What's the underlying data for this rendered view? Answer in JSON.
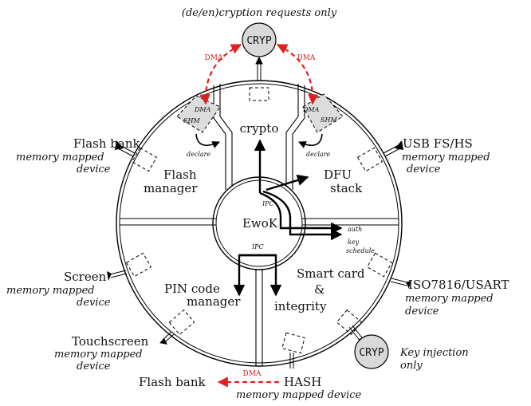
{
  "top_note": "(de/en)cryption requests only",
  "cryp_top": "CRYP",
  "cryp_bottom": "CRYP",
  "dma": "DMA",
  "shm": "SHM",
  "declare": "declare",
  "ipc": "IPC",
  "auth": "auth",
  "key": "key",
  "schedule": "schedule",
  "segments": {
    "crypto": "crypto",
    "flash_manager": [
      "Flash",
      "manager"
    ],
    "dfu_stack": [
      "DFU",
      "stack"
    ],
    "ewok": "EwoK",
    "pin_manager": [
      "PIN code",
      "manager"
    ],
    "smartcard": [
      "Smart card",
      "&",
      "integrity"
    ]
  },
  "devices": {
    "flash_bank_left": {
      "name": "Flash bank",
      "type": "memory mapped",
      "type2": "device"
    },
    "usb": {
      "name": "USB FS/HS",
      "type": "memory mapped",
      "type2": "device"
    },
    "screen": {
      "name": "Screen",
      "type": "memory mapped",
      "type2": "device"
    },
    "iso": {
      "name": "ISO7816/USART",
      "type": "memory mapped",
      "type2": "device"
    },
    "touch": {
      "name": "Touchscreen",
      "type": "memory mapped",
      "type2": "device"
    },
    "key_injection": [
      "Key injection",
      "only"
    ],
    "flash_bank_bottom": "Flash bank",
    "hash": {
      "name": "HASH",
      "type": "memory mapped device"
    }
  },
  "colors": {
    "dma_red": "#e02020",
    "node_fill": "#d9d9d9",
    "line": "#000000"
  }
}
